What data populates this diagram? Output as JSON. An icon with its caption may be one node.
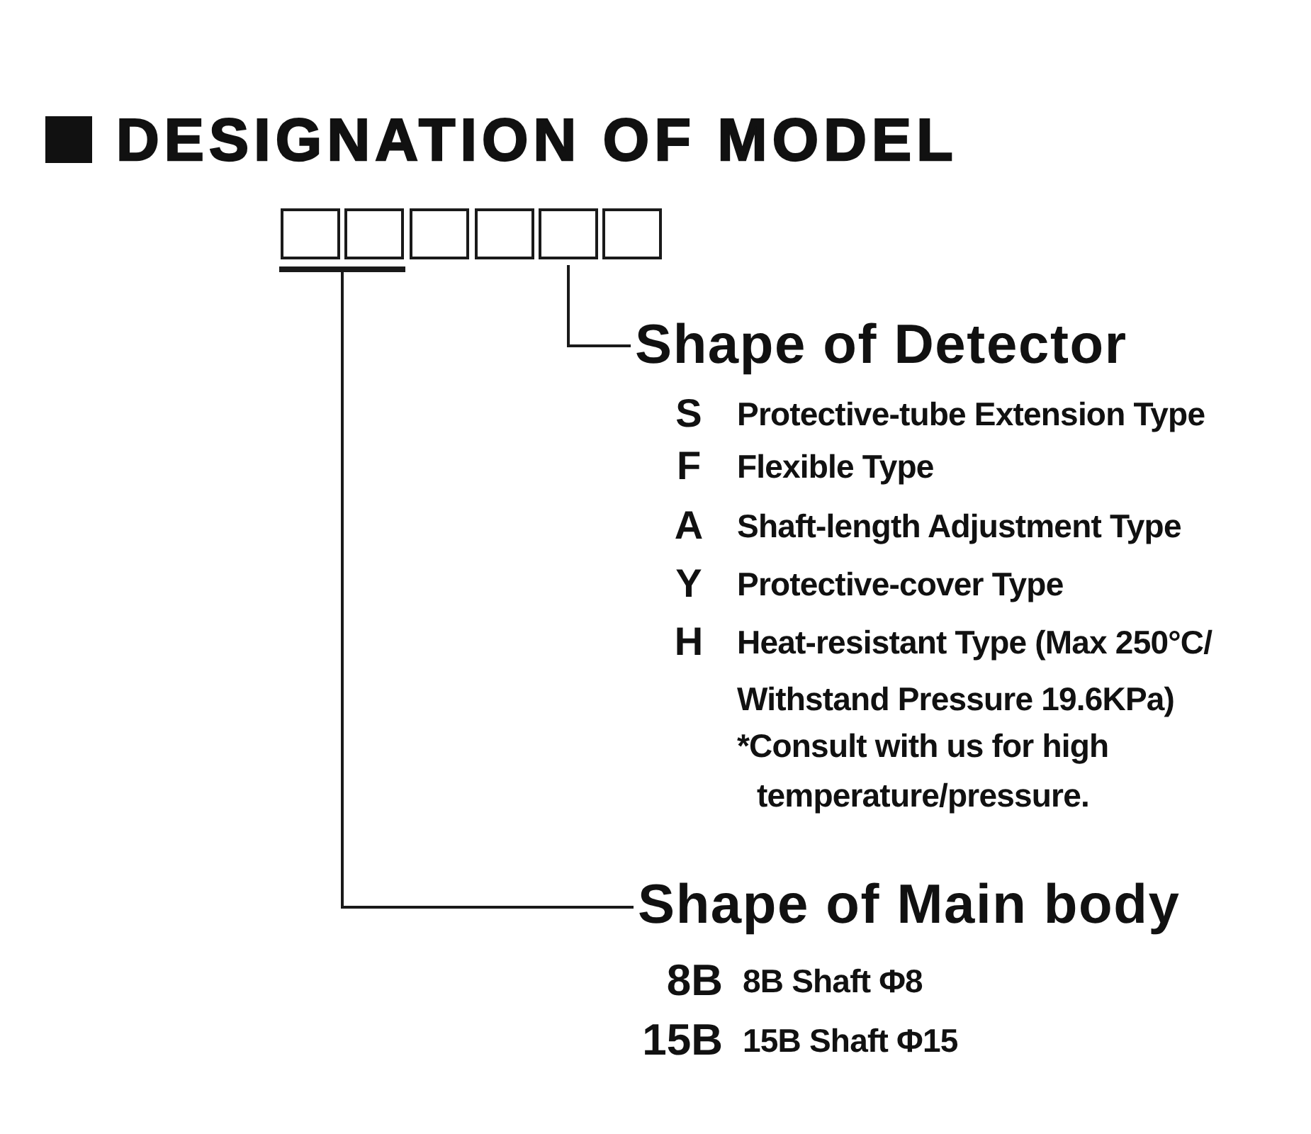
{
  "diagram": {
    "title": "DESIGNATION OF MODEL",
    "nodes": [
      {
        "text": [],
        "shape": "box"
      },
      {
        "text": [],
        "shape": "box"
      },
      {
        "text": [],
        "shape": "box"
      },
      {
        "text": [],
        "shape": "box"
      },
      {
        "text": [],
        "shape": "box"
      },
      {
        "text": [],
        "shape": "box"
      },
      {
        "text": [
          "Shape of Detector"
        ]
      },
      {
        "text": [
          "Shape of Main body"
        ]
      }
    ],
    "edges": [
      {
        "from": 6,
        "to": 4,
        "arrow": "none"
      },
      {
        "from": 7,
        "to": 0,
        "arrow": "none"
      },
      {
        "from": 7,
        "to": 1,
        "arrow": "none"
      }
    ],
    "labels": [
      "S",
      "Protective-tube Extension Type",
      "F",
      "Flexible Type",
      "A",
      "Shaft-length Adjustment Type",
      "Y",
      "Protective-cover Type",
      "H",
      "Heat-resistant Type (Max 250°C/ Withstand Pressure 19.6KPa)",
      "*Consult with us for high temperature/pressure.",
      "8B",
      "8B Shaft Φ8",
      "15B",
      "15B Shaft Φ15"
    ]
  }
}
